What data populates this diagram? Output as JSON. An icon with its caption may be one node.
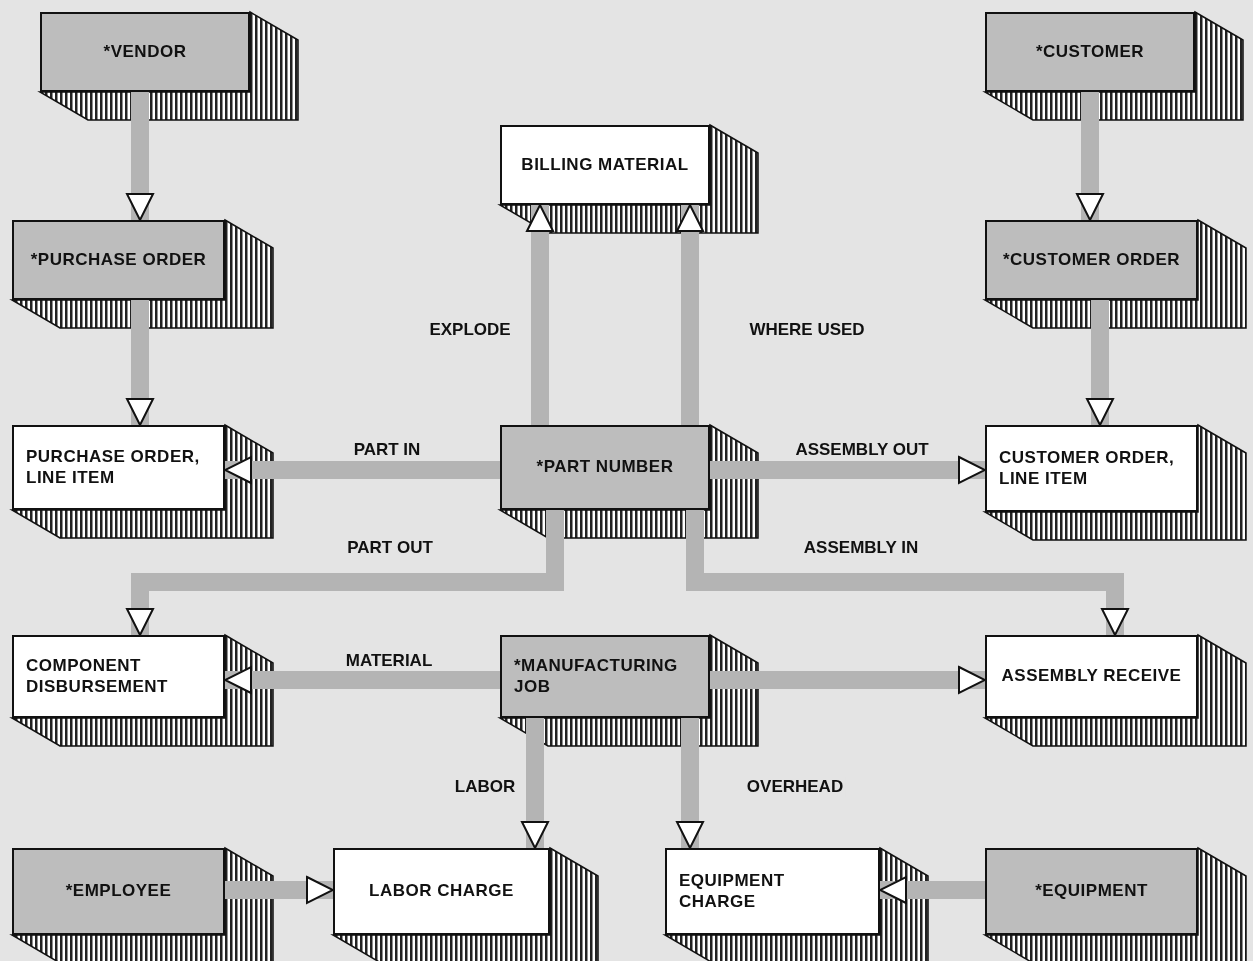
{
  "diagram": {
    "nodes": [
      {
        "text": [
          "*VENDOR"
        ]
      },
      {
        "text": [
          "BILLING MATERIAL"
        ]
      },
      {
        "text": [
          "*CUSTOMER"
        ]
      },
      {
        "text": [
          "*PURCHASE ORDER"
        ]
      },
      {
        "text": [
          "*CUSTOMER ORDER"
        ]
      },
      {
        "text": [
          "PURCHASE ORDER, LINE ITEM"
        ]
      },
      {
        "text": [
          "*PART NUMBER"
        ]
      },
      {
        "text": [
          "CUSTOMER ORDER, LINE ITEM"
        ]
      },
      {
        "text": [
          "COMPONENT DISBURSEMENT"
        ]
      },
      {
        "text": [
          "*MANUFACTURING JOB"
        ]
      },
      {
        "text": [
          "ASSEMBLY RECEIVE"
        ]
      },
      {
        "text": [
          "*EMPLOYEE"
        ]
      },
      {
        "text": [
          "LABOR CHARGE"
        ]
      },
      {
        "text": [
          "EQUIPMENT CHARGE"
        ]
      },
      {
        "text": [
          "*EQUIPMENT"
        ]
      }
    ],
    "edges": [
      {
        "from": 0,
        "to": 3,
        "arrow": "to"
      },
      {
        "from": 3,
        "to": 5,
        "arrow": "to"
      },
      {
        "from": 2,
        "to": 4,
        "arrow": "to"
      },
      {
        "from": 4,
        "to": 7,
        "arrow": "to"
      },
      {
        "from": 6,
        "to": 1,
        "arrow": "to",
        "label": "EXPLODE"
      },
      {
        "from": 6,
        "to": 1,
        "arrow": "to",
        "label": "WHERE USED"
      },
      {
        "from": 6,
        "to": 5,
        "arrow": "to",
        "label": "PART IN"
      },
      {
        "from": 6,
        "to": 7,
        "arrow": "to",
        "label": "ASSEMBLY OUT"
      },
      {
        "from": 6,
        "to": 8,
        "arrow": "to",
        "label": "PART OUT"
      },
      {
        "from": 6,
        "to": 10,
        "arrow": "to",
        "label": "ASSEMBLY IN"
      },
      {
        "from": 9,
        "to": 8,
        "arrow": "to",
        "label": "MATERIAL"
      },
      {
        "from": 9,
        "to": 10,
        "arrow": "to"
      },
      {
        "from": 9,
        "to": 12,
        "arrow": "to",
        "label": "LABOR"
      },
      {
        "from": 9,
        "to": 13,
        "arrow": "to",
        "label": "OVERHEAD"
      },
      {
        "from": 11,
        "to": 12,
        "arrow": "to"
      },
      {
        "from": 14,
        "to": 13,
        "arrow": "to"
      }
    ]
  }
}
